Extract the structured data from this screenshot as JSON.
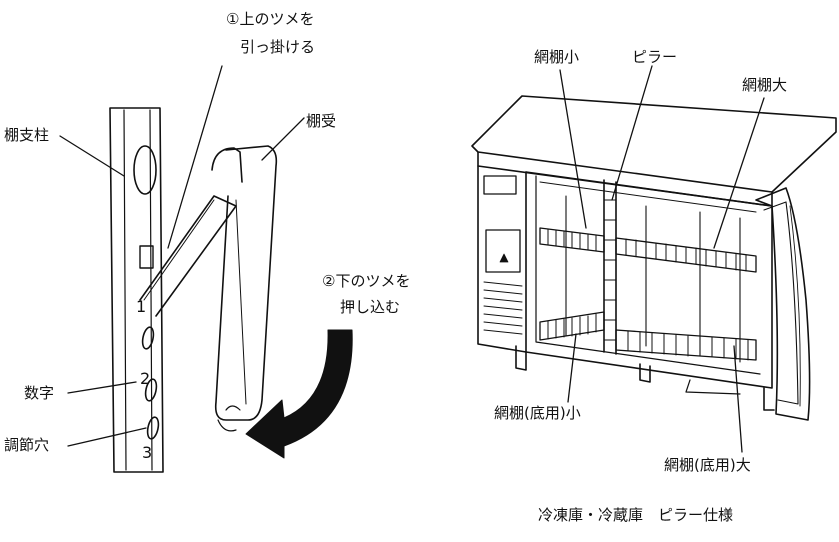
{
  "left_figure": {
    "step1_line1": "①上のツメを",
    "step1_line2": "引っ掛ける",
    "step2_line1": "②下のツメを",
    "step2_line2": "押し込む",
    "post_label": "棚支柱",
    "bracket_label": "棚受",
    "number_label": "数字",
    "hole_label": "調節穴",
    "post_numbers": [
      "1",
      "2",
      "3"
    ]
  },
  "right_figure": {
    "shelf_small": "網棚小",
    "pillar": "ピラー",
    "shelf_large": "網棚大",
    "bottom_shelf_small": "網棚(底用)小",
    "bottom_shelf_large": "網棚(底用)大",
    "caption": "冷凍庫・冷蔵庫　ピラー仕様"
  }
}
